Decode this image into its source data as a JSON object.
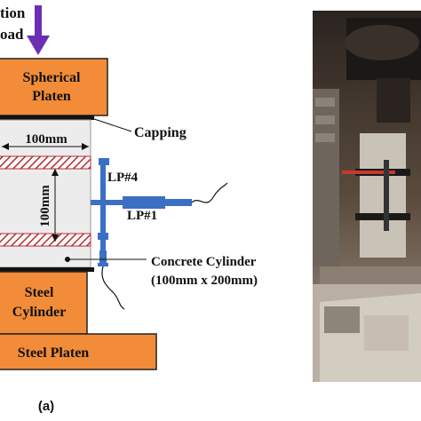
{
  "diagram": {
    "load_label_line1": "tion",
    "load_label_line2": "oad",
    "spherical_platen_line1": "Spherical",
    "spherical_platen_line2": "Platen",
    "capping": "Capping",
    "dim_horizontal": "100mm",
    "dim_vertical": "100mm",
    "lp4": "LP#4",
    "lp1": "LP#1",
    "concrete_cylinder_line1": "Concrete Cylinder",
    "concrete_cylinder_line2": "(100mm x 200mm)",
    "steel_cylinder_line1": "Steel",
    "steel_cylinder_line2": "Cylinder",
    "steel_platen": "Steel Platen",
    "panel_label": "(a)"
  },
  "colors": {
    "platen_fill": "#f28c38",
    "arrow": "#6b2fb3",
    "gauge": "#3b6fc4",
    "hatch": "#b8292f",
    "concrete": "#ececec"
  },
  "photo": {
    "description_icon": "test-machine-photo"
  }
}
